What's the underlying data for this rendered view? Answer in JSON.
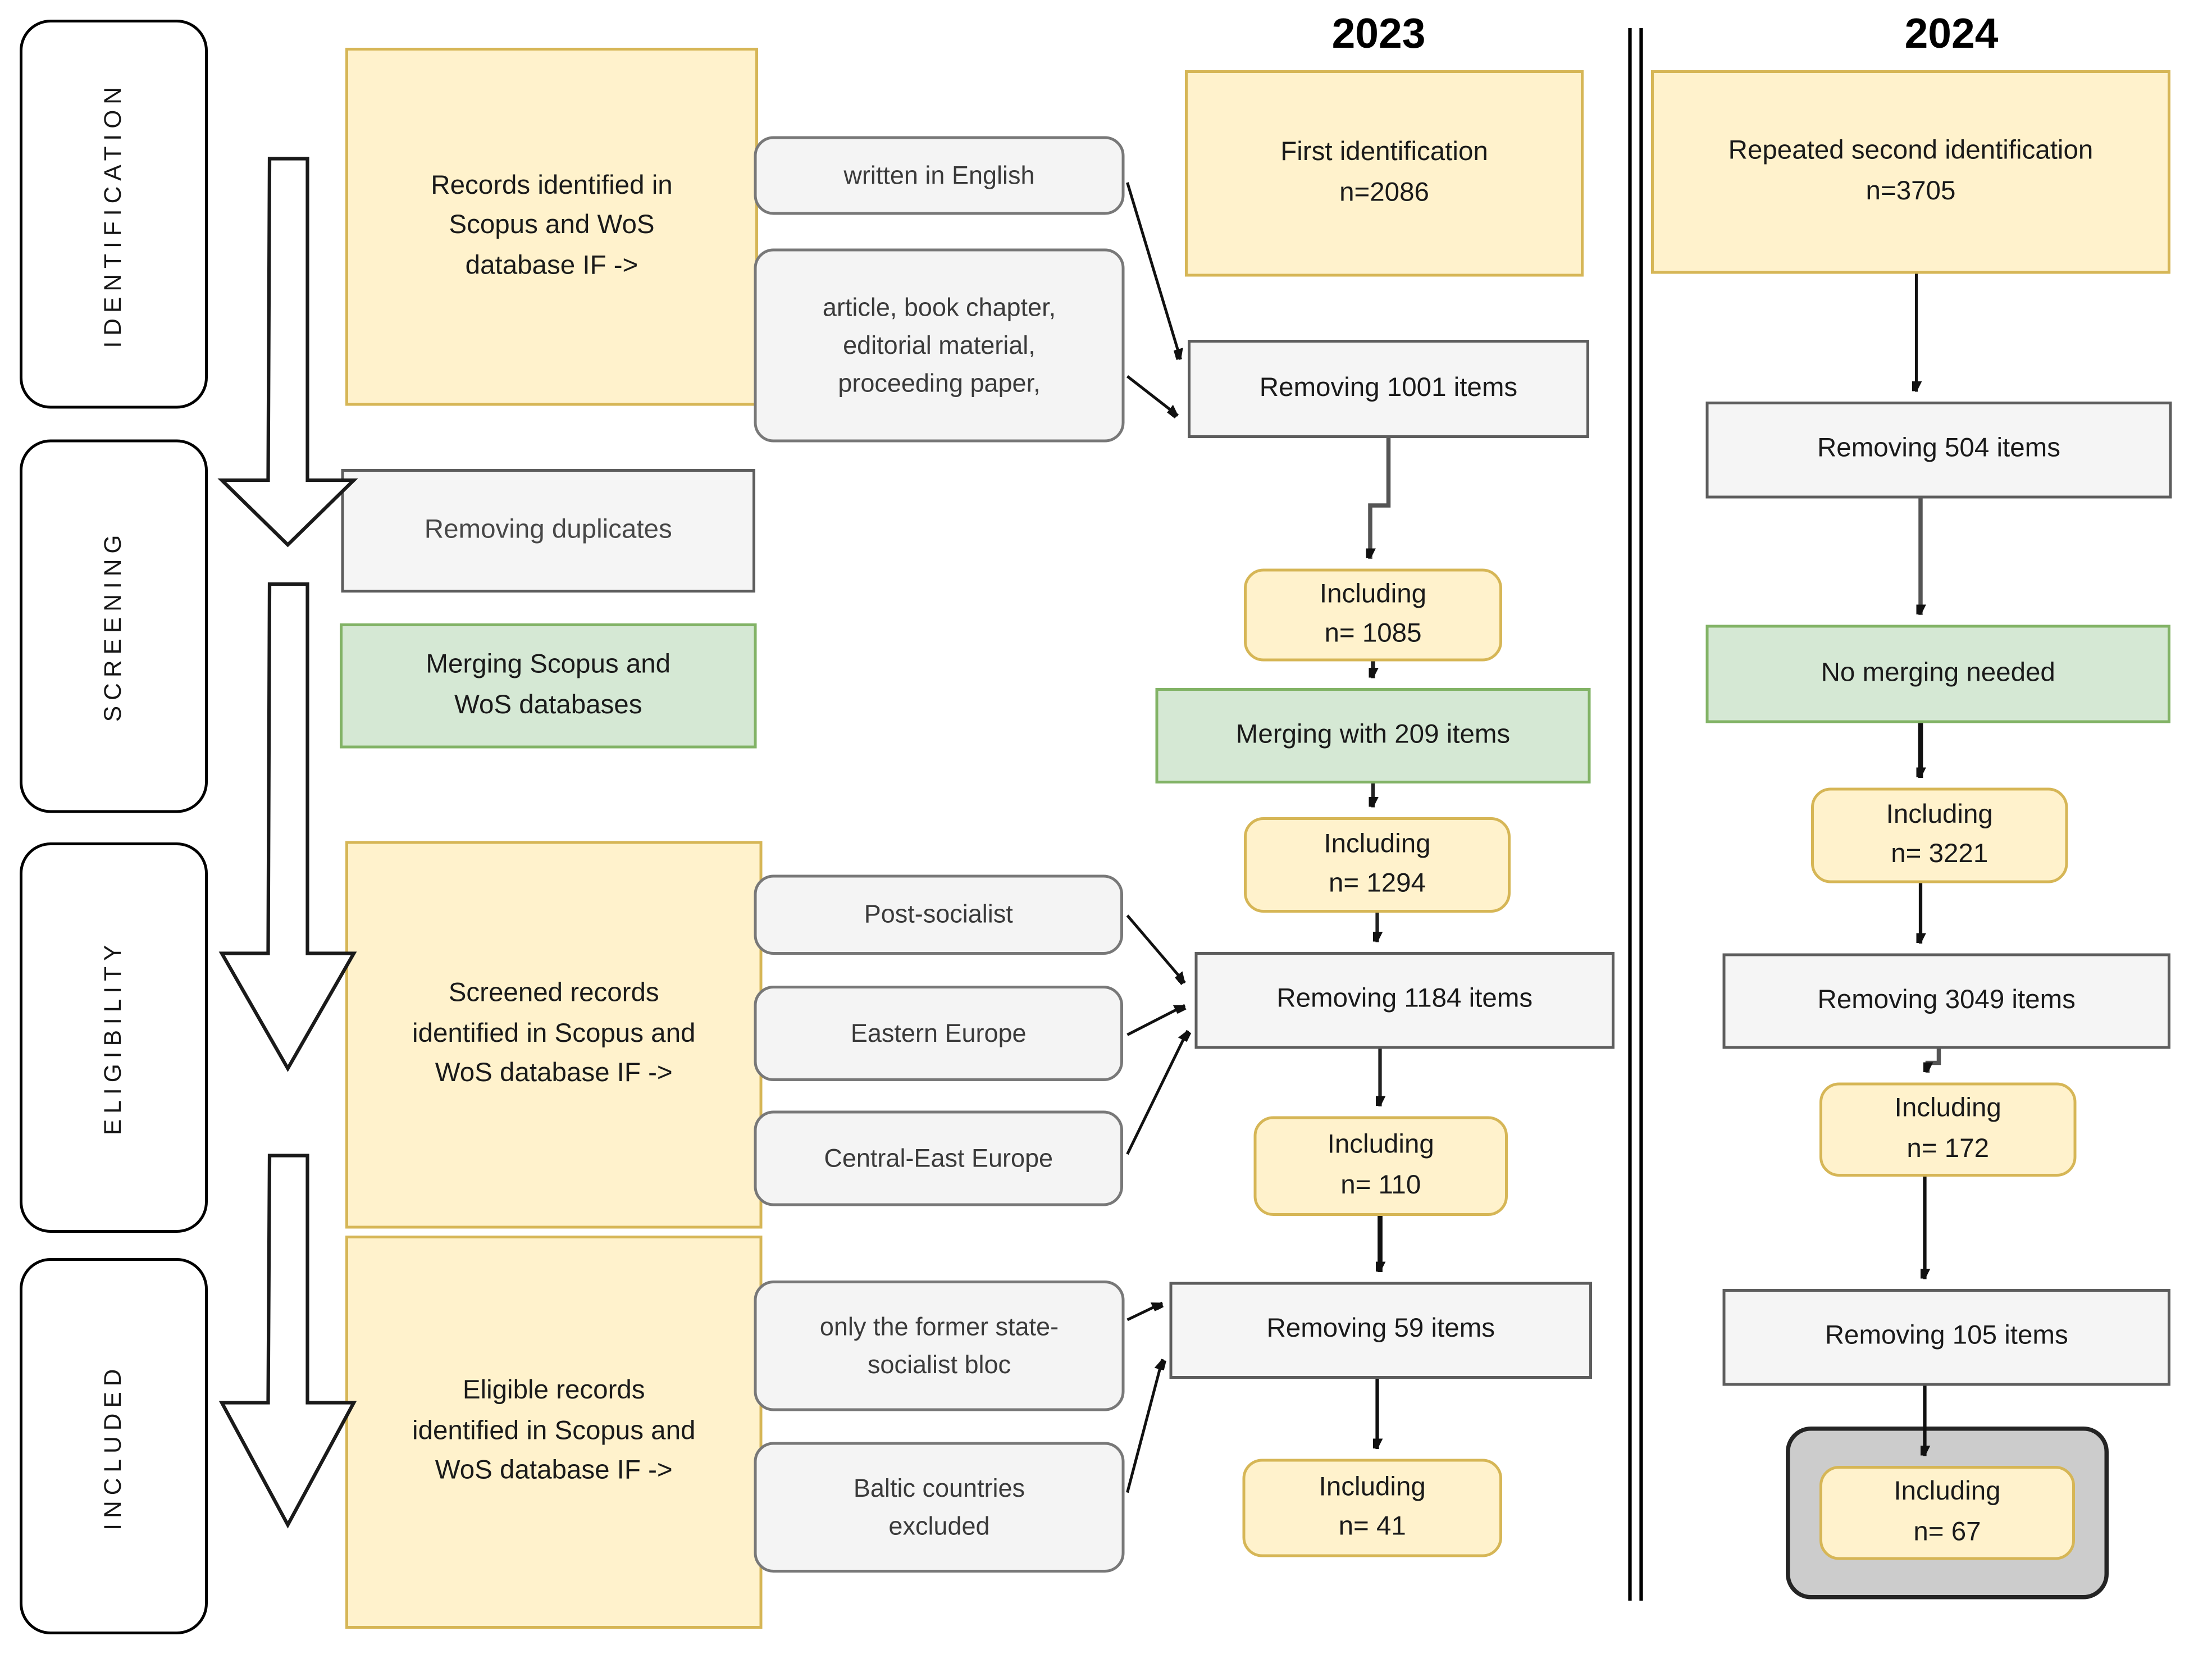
{
  "headers": {
    "left_year": "2023",
    "right_year": "2024"
  },
  "stages": {
    "identification": "IDENTIFICATION",
    "screening": "SCREENING",
    "eligibility": "ELIGIBILITY",
    "included": "INCLUDED"
  },
  "side": {
    "records_box": "Records identified in\nScopus and WoS\ndatabase IF ->",
    "filter_written_english": "written in English",
    "filter_article_types": "article, book chapter,\neditorial material,\nproceeding paper,",
    "removing_duplicates": "Removing duplicates",
    "merging_databases": "Merging Scopus and\nWoS databases",
    "screened_box": "Screened records\nidentified in Scopus and\nWoS database IF ->",
    "filter_post_socialist": "Post-socialist",
    "filter_eastern_europe": "Eastern Europe",
    "filter_central_east_europe": "Central-East Europe",
    "eligible_box": "Eligible records\nidentified in Scopus and\nWoS database IF ->",
    "filter_former_bloc": "only the former state-\nsocialist bloc",
    "filter_baltic_excluded": "Baltic countries\nexcluded"
  },
  "col_2023": {
    "first_identification": "First identification\nn=2086",
    "removing_1001": "Removing 1001 items",
    "including_1085": "Including\nn= 1085",
    "merging_209": "Merging with 209 items",
    "including_1294": "Including\nn= 1294",
    "removing_1184": "Removing 1184 items",
    "including_110": "Including\nn= 110",
    "removing_59": "Removing 59 items",
    "including_41": "Including\nn= 41"
  },
  "col_2024": {
    "repeated_identification": "Repeated second identification\nn=3705",
    "removing_504": "Removing 504 items",
    "no_merging": "No merging needed",
    "including_3221": "Including\nn= 3221",
    "removing_3049": "Removing 3049 items",
    "including_172": "Including\nn= 172",
    "removing_105": "Removing 105 items",
    "including_67": "Including\nn= 67"
  },
  "colors": {
    "yellow_fill": "#FFF2CC",
    "yellow_stroke": "#D6B656",
    "gray_fill": "#F5F5F5",
    "gray_stroke": "#5d5d5d",
    "green_fill": "#D5E8D4",
    "green_stroke": "#82B366",
    "final_container_fill": "#CCCCCC",
    "line_color": "#1a1a1a"
  }
}
